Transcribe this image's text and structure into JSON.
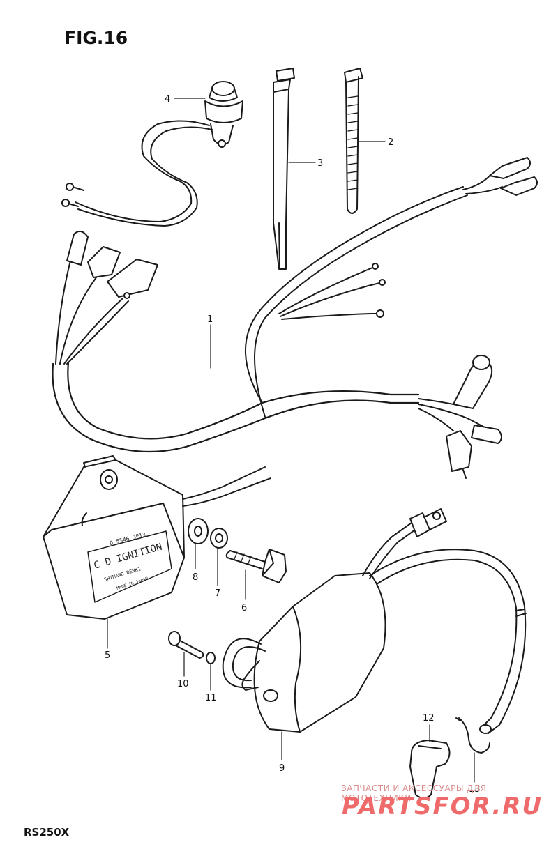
{
  "figure": {
    "title": "FIG.16",
    "model": "RS250X"
  },
  "watermark": {
    "line1": "ЗАПЧАСТИ И АКСЕССУАРЫ ДЛЯ МОТОТЕХНИКИ",
    "logo": "PARTSFOR.RU"
  },
  "cdi_plate": {
    "title": "C D IGNITION",
    "code": "D 5546 3F13",
    "maker1": "SHIMANO DENKI",
    "maker2": "MADE IN JAPAN"
  },
  "callouts": [
    {
      "id": "part-1",
      "label": "1"
    },
    {
      "id": "part-2",
      "label": "2"
    },
    {
      "id": "part-3",
      "label": "3"
    },
    {
      "id": "part-4",
      "label": "4"
    },
    {
      "id": "part-5",
      "label": "5"
    },
    {
      "id": "part-6",
      "label": "6"
    },
    {
      "id": "part-7",
      "label": "7"
    },
    {
      "id": "part-8",
      "label": "8"
    },
    {
      "id": "part-9",
      "label": "9"
    },
    {
      "id": "part-10",
      "label": "10"
    },
    {
      "id": "part-11",
      "label": "11"
    },
    {
      "id": "part-12",
      "label": "12"
    },
    {
      "id": "part-13",
      "label": "13"
    }
  ]
}
